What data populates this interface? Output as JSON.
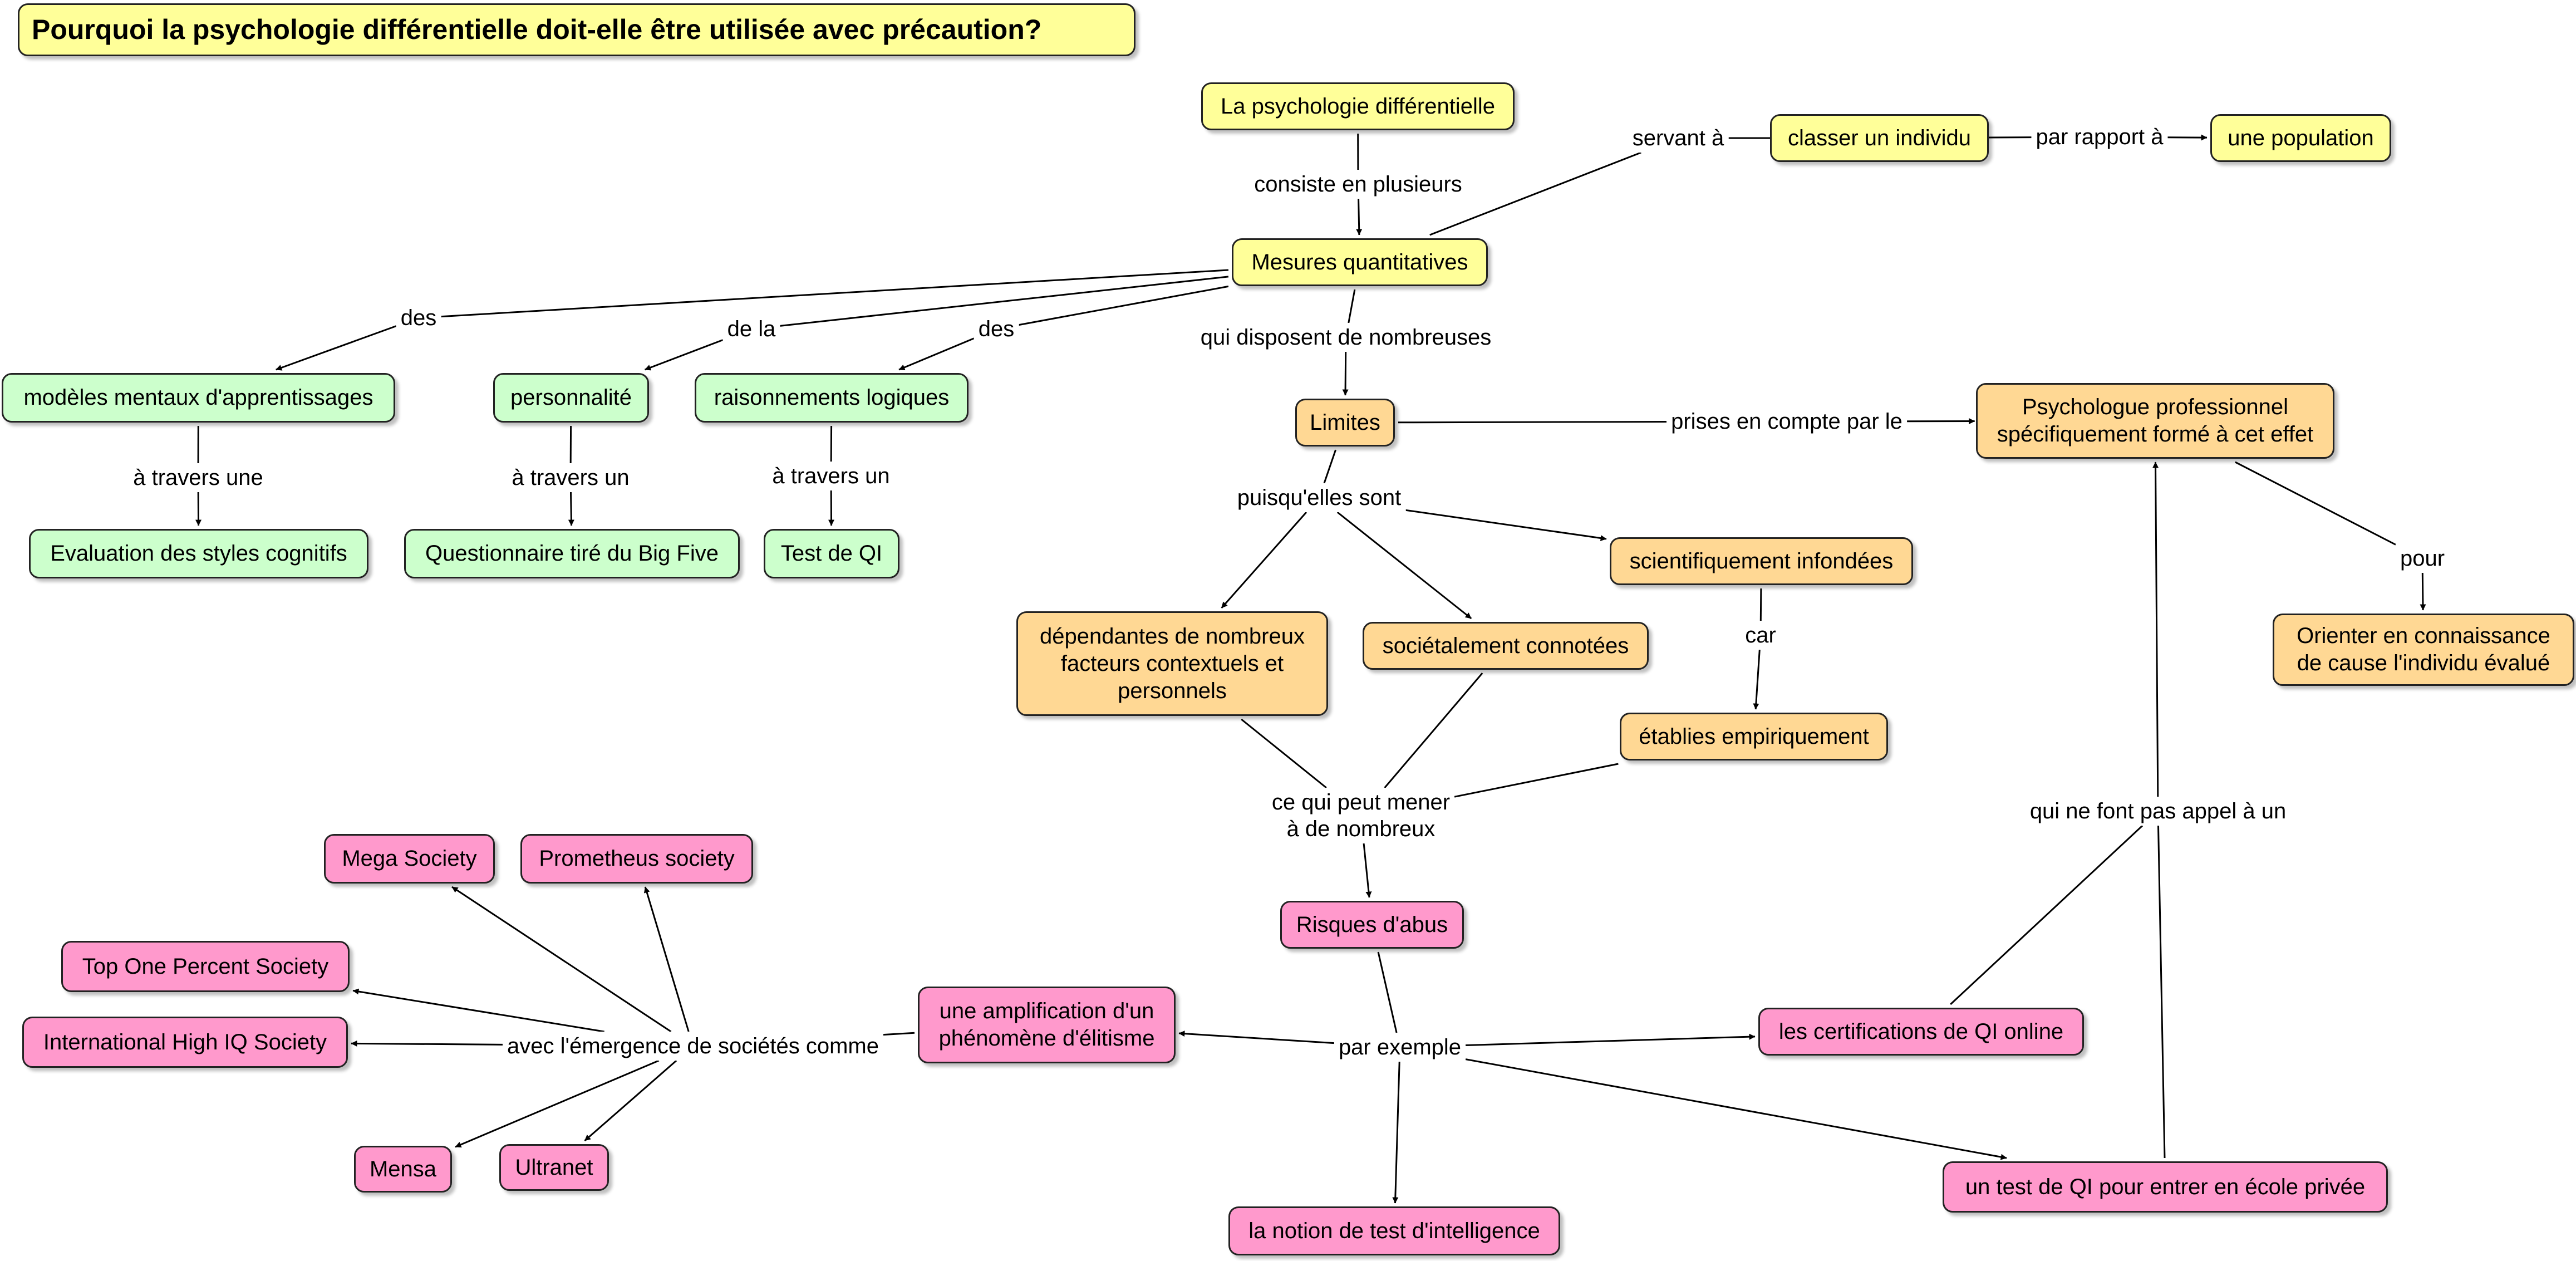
{
  "title": "Pourquoi la psychologie différentielle doit-elle être utilisée avec précaution?",
  "colors": {
    "yellow": "#ffff99",
    "green": "#ccffcc",
    "orange": "#ffd894",
    "pink": "#ff99cc",
    "line": "#000000"
  },
  "concepts": [
    {
      "id": "title",
      "text": "Pourquoi la psychologie différentielle doit-elle être utilisée avec précaution?",
      "color": "yellow"
    },
    {
      "id": "psydiff",
      "text": "La psychologie différentielle",
      "color": "yellow"
    },
    {
      "id": "mesures",
      "text": "Mesures quantitatives",
      "color": "yellow"
    },
    {
      "id": "classer",
      "text": "classer un individu",
      "color": "yellow"
    },
    {
      "id": "population",
      "text": "une population",
      "color": "yellow"
    },
    {
      "id": "modeles",
      "text": "modèles mentaux d'apprentissages",
      "color": "green"
    },
    {
      "id": "personnalite",
      "text": "personnalité",
      "color": "green"
    },
    {
      "id": "raisonnements",
      "text": "raisonnements logiques",
      "color": "green"
    },
    {
      "id": "evaluation",
      "text": "Evaluation des styles cognitifs",
      "color": "green"
    },
    {
      "id": "bigfive",
      "text": "Questionnaire tiré du Big Five",
      "color": "green"
    },
    {
      "id": "testqi",
      "text": "Test de QI",
      "color": "green"
    },
    {
      "id": "limites",
      "text": "Limites",
      "color": "orange"
    },
    {
      "id": "psychopro",
      "text": "Psychologue professionnel\nspécifiquement formé à cet effet",
      "color": "orange"
    },
    {
      "id": "scientif",
      "text": "scientifiquement infondées",
      "color": "orange"
    },
    {
      "id": "dependantes",
      "text": "dépendantes de nombreux\nfacteurs contextuels et\npersonnels",
      "color": "orange"
    },
    {
      "id": "societal",
      "text": "sociétalement connotées",
      "color": "orange"
    },
    {
      "id": "etablies",
      "text": "établies empiriquement",
      "color": "orange"
    },
    {
      "id": "orienter",
      "text": "Orienter en connaissance\nde cause l'individu évalué",
      "color": "orange"
    },
    {
      "id": "risques",
      "text": "Risques d'abus",
      "color": "pink"
    },
    {
      "id": "amplification",
      "text": "une amplification d'un\nphénomène d'élitisme",
      "color": "pink"
    },
    {
      "id": "certif",
      "text": "les certifications de QI online",
      "color": "pink"
    },
    {
      "id": "ecole",
      "text": "un test de QI pour entrer en école privée",
      "color": "pink"
    },
    {
      "id": "notion",
      "text": "la notion de test d'intelligence",
      "color": "pink"
    },
    {
      "id": "mega",
      "text": "Mega Society",
      "color": "pink"
    },
    {
      "id": "prometheus",
      "text": "Prometheus society",
      "color": "pink"
    },
    {
      "id": "topone",
      "text": "Top One Percent Society",
      "color": "pink"
    },
    {
      "id": "ihiq",
      "text": "International High IQ Society",
      "color": "pink"
    },
    {
      "id": "mensa",
      "text": "Mensa",
      "color": "pink"
    },
    {
      "id": "ultranet",
      "text": "Ultranet",
      "color": "pink"
    }
  ],
  "linking_phrases": [
    {
      "id": "l_consiste",
      "text": "consiste en plusieurs"
    },
    {
      "id": "l_servant",
      "text": "servant à"
    },
    {
      "id": "l_rapport",
      "text": "par rapport à"
    },
    {
      "id": "l_des1",
      "text": "des"
    },
    {
      "id": "l_dela",
      "text": "de la"
    },
    {
      "id": "l_des2",
      "text": "des"
    },
    {
      "id": "l_disposent",
      "text": "qui disposent de nombreuses"
    },
    {
      "id": "l_trav1",
      "text": "à travers une"
    },
    {
      "id": "l_trav2",
      "text": "à travers un"
    },
    {
      "id": "l_trav3",
      "text": "à travers un"
    },
    {
      "id": "l_prises",
      "text": "prises en compte par le"
    },
    {
      "id": "l_puisque",
      "text": "puisqu'elles sont"
    },
    {
      "id": "l_car",
      "text": "car"
    },
    {
      "id": "l_pour",
      "text": "pour"
    },
    {
      "id": "l_mener",
      "text": "ce qui peut mener\nà de nombreux"
    },
    {
      "id": "l_exemple",
      "text": "par exemple"
    },
    {
      "id": "l_emergence",
      "text": "avec l'émergence de sociétés comme"
    },
    {
      "id": "l_appel",
      "text": "qui ne font pas appel à un"
    }
  ],
  "connections": [
    {
      "from": "psydiff",
      "to": "l_consiste"
    },
    {
      "from": "l_consiste",
      "to": "mesures"
    },
    {
      "from": "mesures",
      "to": "l_servant"
    },
    {
      "from": "l_servant",
      "to": "classer"
    },
    {
      "from": "classer",
      "to": "l_rapport"
    },
    {
      "from": "l_rapport",
      "to": "population"
    },
    {
      "from": "mesures",
      "to": "l_des1"
    },
    {
      "from": "l_des1",
      "to": "modeles"
    },
    {
      "from": "mesures",
      "to": "l_dela"
    },
    {
      "from": "l_dela",
      "to": "personnalite"
    },
    {
      "from": "mesures",
      "to": "l_des2"
    },
    {
      "from": "l_des2",
      "to": "raisonnements"
    },
    {
      "from": "mesures",
      "to": "l_disposent"
    },
    {
      "from": "l_disposent",
      "to": "limites"
    },
    {
      "from": "modeles",
      "to": "l_trav1"
    },
    {
      "from": "l_trav1",
      "to": "evaluation"
    },
    {
      "from": "personnalite",
      "to": "l_trav2"
    },
    {
      "from": "l_trav2",
      "to": "bigfive"
    },
    {
      "from": "raisonnements",
      "to": "l_trav3"
    },
    {
      "from": "l_trav3",
      "to": "testqi"
    },
    {
      "from": "limites",
      "to": "l_prises"
    },
    {
      "from": "l_prises",
      "to": "psychopro"
    },
    {
      "from": "limites",
      "to": "l_puisque"
    },
    {
      "from": "l_puisque",
      "to": "dependantes"
    },
    {
      "from": "l_puisque",
      "to": "societal"
    },
    {
      "from": "l_puisque",
      "to": "scientif"
    },
    {
      "from": "scientif",
      "to": "l_car"
    },
    {
      "from": "l_car",
      "to": "etablies"
    },
    {
      "from": "psychopro",
      "to": "l_pour"
    },
    {
      "from": "l_pour",
      "to": "orienter"
    },
    {
      "from": "dependantes",
      "to": "l_mener"
    },
    {
      "from": "societal",
      "to": "l_mener"
    },
    {
      "from": "etablies",
      "to": "l_mener"
    },
    {
      "from": "l_mener",
      "to": "risques"
    },
    {
      "from": "risques",
      "to": "l_exemple"
    },
    {
      "from": "l_exemple",
      "to": "amplification"
    },
    {
      "from": "l_exemple",
      "to": "certif"
    },
    {
      "from": "l_exemple",
      "to": "ecole"
    },
    {
      "from": "l_exemple",
      "to": "notion"
    },
    {
      "from": "amplification",
      "to": "l_emergence"
    },
    {
      "from": "l_emergence",
      "to": "mega"
    },
    {
      "from": "l_emergence",
      "to": "prometheus"
    },
    {
      "from": "l_emergence",
      "to": "topone"
    },
    {
      "from": "l_emergence",
      "to": "ihiq"
    },
    {
      "from": "l_emergence",
      "to": "mensa"
    },
    {
      "from": "l_emergence",
      "to": "ultranet"
    },
    {
      "from": "certif",
      "to": "l_appel"
    },
    {
      "from": "ecole",
      "to": "l_appel"
    },
    {
      "from": "l_appel",
      "to": "psychopro"
    }
  ]
}
